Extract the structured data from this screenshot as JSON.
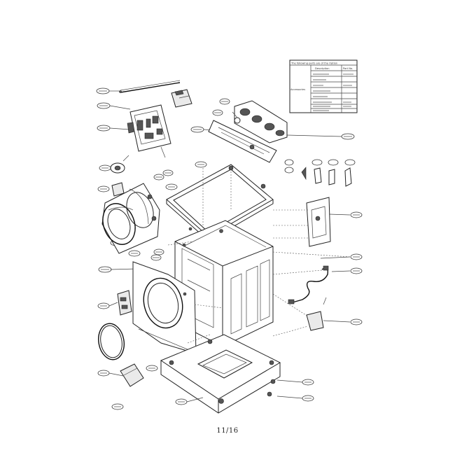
{
  "page_number": "11/16",
  "parts_table": {
    "title": "The following parts are of the Option",
    "header": {
      "description": "Description",
      "part_no": "Part No."
    },
    "side_label": "Accessories",
    "rows": [
      {
        "description": "",
        "part_no": ""
      },
      {
        "description": "",
        "part_no": ""
      },
      {
        "description": "",
        "part_no": ""
      },
      {
        "description": "",
        "part_no": ""
      },
      {
        "description": "",
        "part_no": ""
      },
      {
        "description": "",
        "part_no": ""
      },
      {
        "description": "",
        "part_no": ""
      },
      {
        "description": "",
        "part_no": ""
      }
    ]
  },
  "callouts": [
    {
      "id": "hose-assembly",
      "label": ""
    },
    {
      "id": "strap-left",
      "label": ""
    },
    {
      "id": "pcb-left",
      "label": ""
    },
    {
      "id": "valve-panel",
      "label": ""
    },
    {
      "id": "valve-top",
      "label": ""
    },
    {
      "id": "control-panel-right",
      "label": ""
    },
    {
      "id": "top-plate",
      "label": ""
    },
    {
      "id": "top-plate-b",
      "label": ""
    },
    {
      "id": "pulley",
      "label": ""
    },
    {
      "id": "bracket-small",
      "label": ""
    },
    {
      "id": "drum-front",
      "label": ""
    },
    {
      "id": "drum-bottom",
      "label": ""
    },
    {
      "id": "drum-bottom-b",
      "label": ""
    },
    {
      "id": "cabinet-top",
      "label": ""
    },
    {
      "id": "front-panel",
      "label": ""
    },
    {
      "id": "cabinet-side",
      "label": ""
    },
    {
      "id": "hinge",
      "label": ""
    },
    {
      "id": "gasket-ring",
      "label": ""
    },
    {
      "id": "foot-bracket",
      "label": ""
    },
    {
      "id": "base-foot",
      "label": ""
    },
    {
      "id": "base-frame",
      "label": ""
    },
    {
      "id": "base-right",
      "label": ""
    },
    {
      "id": "base-leg",
      "label": ""
    },
    {
      "id": "cover-plate",
      "label": ""
    },
    {
      "id": "cable-right",
      "label": ""
    },
    {
      "id": "cable-right-b",
      "label": ""
    },
    {
      "id": "power-cord",
      "label": ""
    },
    {
      "id": "acc-1",
      "label": ""
    },
    {
      "id": "acc-2",
      "label": ""
    },
    {
      "id": "acc-3",
      "label": ""
    },
    {
      "id": "acc-4",
      "label": ""
    },
    {
      "id": "acc-5",
      "label": ""
    }
  ]
}
